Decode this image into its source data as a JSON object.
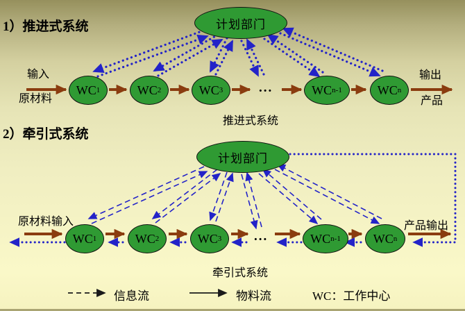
{
  "colors": {
    "node_green": "#2f9a33",
    "material_flow_brown": "#8a3c0f",
    "info_flow_blue": "#2323c8",
    "legend_black": "#1a1a1a",
    "bg_top": "#96905d",
    "bg_bottom": "#faf8c8"
  },
  "push": {
    "title": "1）推进式系统",
    "caption": "推进式系统",
    "planner": "计划部门",
    "input_label_top": "输入",
    "input_label_bottom": "原材料",
    "output_label_top": "输出",
    "output_label_bottom": "产品",
    "dots": "...",
    "nodes": [
      {
        "base": "WC",
        "sub": "1"
      },
      {
        "base": "WC",
        "sub": "2"
      },
      {
        "base": "WC",
        "sub": "3"
      },
      {
        "base": "WC",
        "sub": "n-1"
      },
      {
        "base": "WC",
        "sub": "n"
      }
    ]
  },
  "pull": {
    "title": "2）牵引式系统",
    "caption": "牵引式系统",
    "planner": "计划部门",
    "input_label": "原材料输入",
    "output_label": "产品输出",
    "dots": "...",
    "nodes": [
      {
        "base": "WC",
        "sub": "1"
      },
      {
        "base": "WC",
        "sub": "2"
      },
      {
        "base": "WC",
        "sub": "3"
      },
      {
        "base": "WC",
        "sub": "n-1"
      },
      {
        "base": "WC",
        "sub": "n"
      }
    ]
  },
  "legend": {
    "info_label": "信息流",
    "material_label": "物料流",
    "wc_label": "WC：工作中心"
  }
}
